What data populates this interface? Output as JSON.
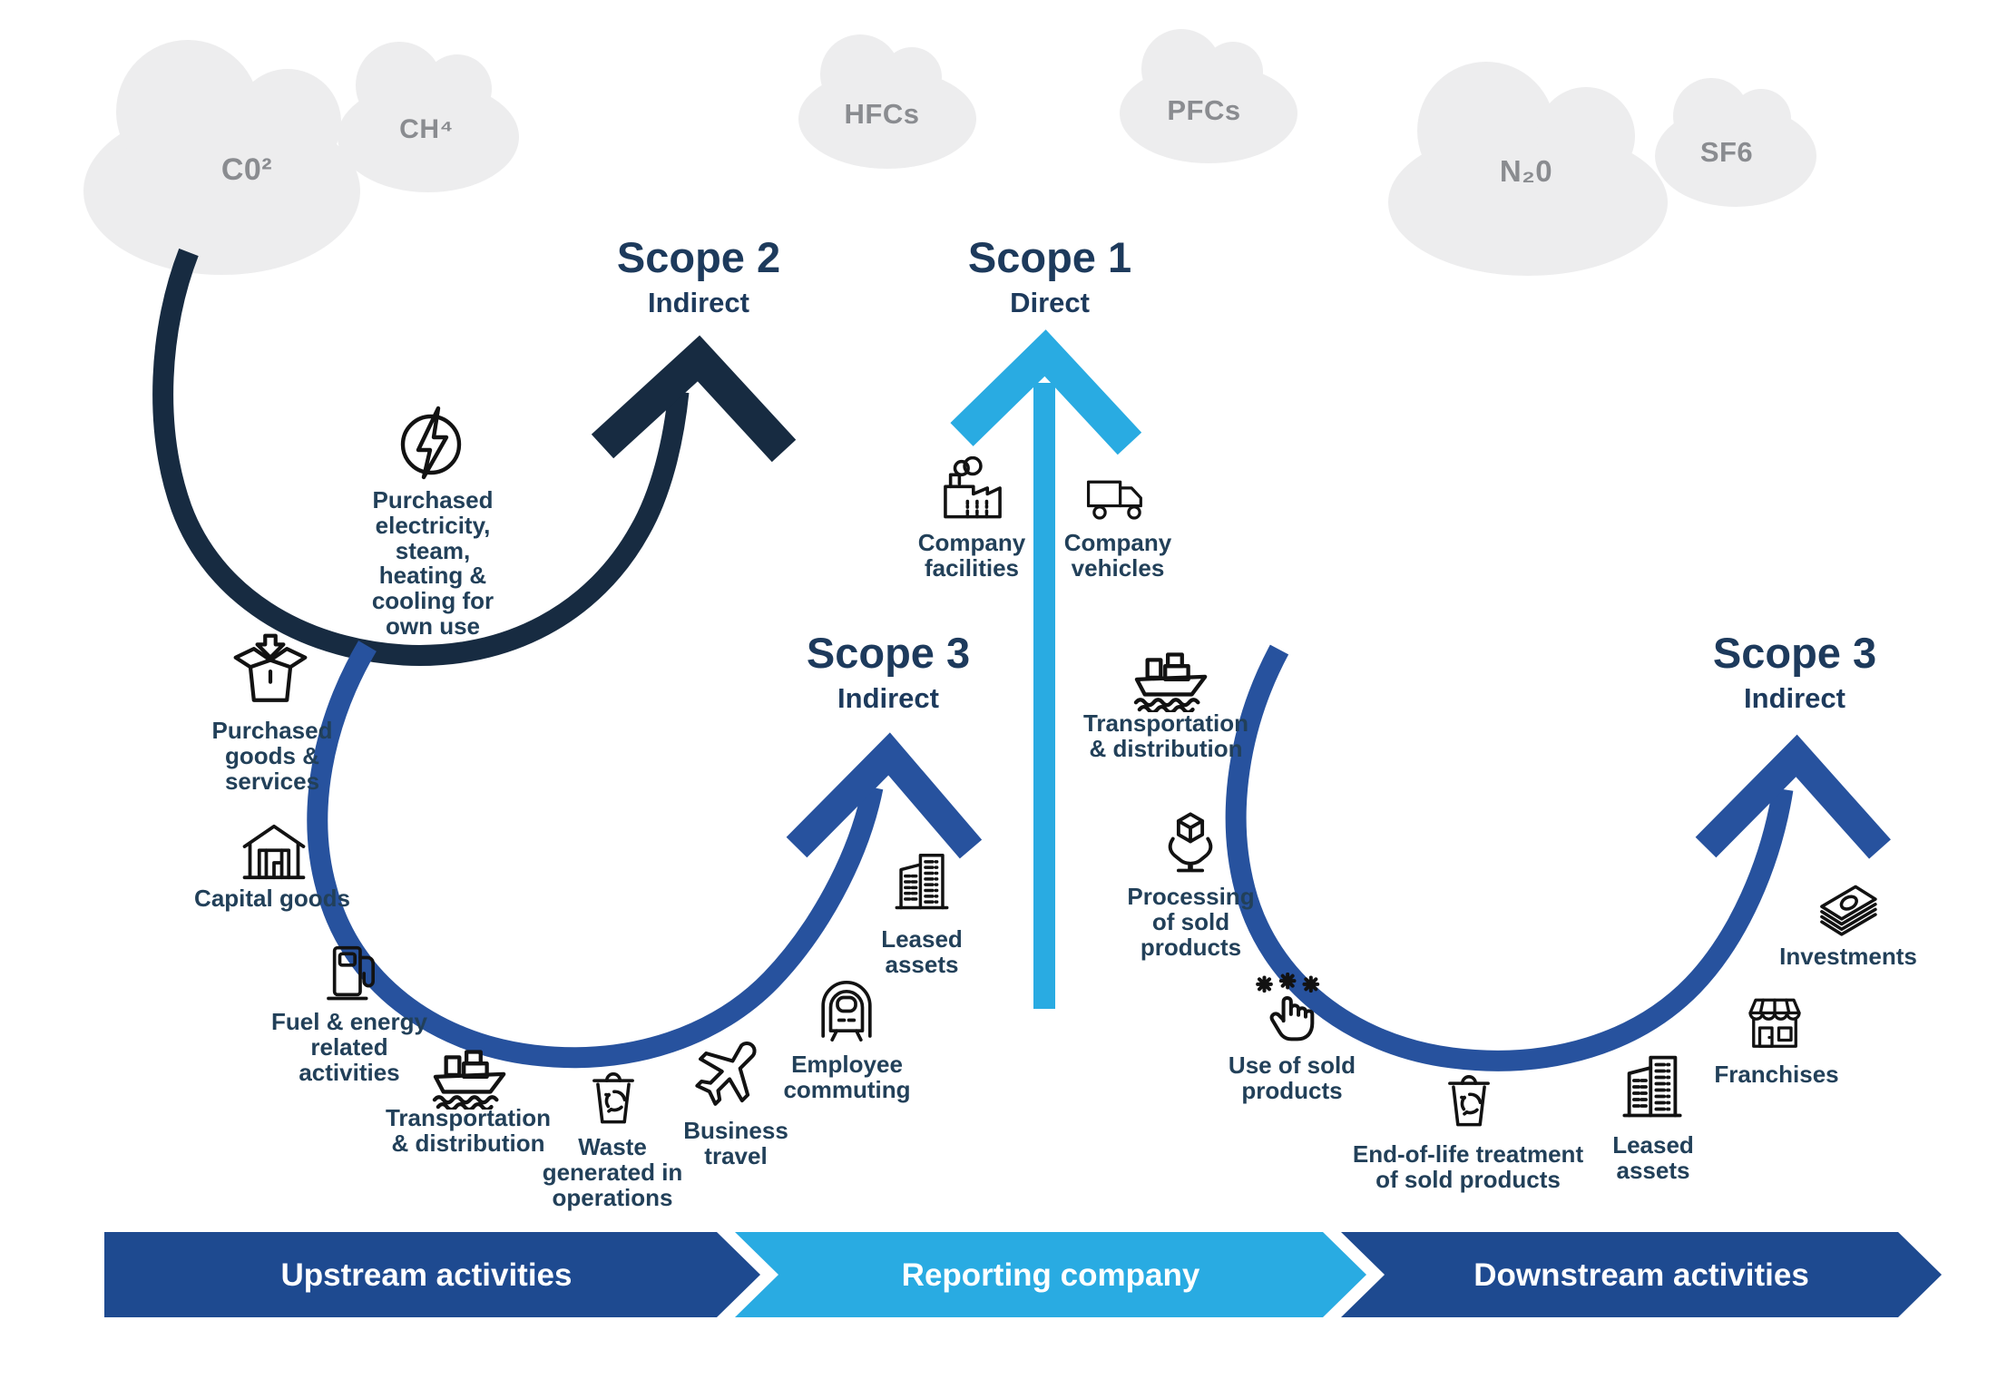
{
  "colors": {
    "navy": "#172b41",
    "blue": "#27529e",
    "lightblue": "#29abe2",
    "banner-dark": "#1e4a90",
    "title": "#1d3a5c",
    "label": "#224059",
    "cloud": "#ededee",
    "gas": "#8a8c90"
  },
  "gases": [
    {
      "label": "C0²"
    },
    {
      "label": "CH⁴"
    },
    {
      "label": "HFCs"
    },
    {
      "label": "PFCs"
    },
    {
      "label": "N₂0"
    },
    {
      "label": "SF6"
    }
  ],
  "scopes": {
    "scope2": {
      "title": "Scope 2",
      "subtitle": "Indirect"
    },
    "scope1": {
      "title": "Scope 1",
      "subtitle": "Direct"
    },
    "scope3_left": {
      "title": "Scope 3",
      "subtitle": "Indirect"
    },
    "scope3_right": {
      "title": "Scope 3",
      "subtitle": "Indirect"
    }
  },
  "items": {
    "purchased_electricity": "Purchased electricity, steam, heating & cooling for own use",
    "purchased_goods": "Purchased goods & services",
    "capital_goods": "Capital goods",
    "fuel_energy": "Fuel & energy related activities",
    "transport_up": "Transportation & distribution",
    "waste": "Waste generated in operations",
    "business_travel": "Business travel",
    "employee_commuting": "Employee commuting",
    "leased_assets_up": "Leased assets",
    "company_facilities": "Company facilities",
    "company_vehicles": "Company vehicles",
    "transport_down": "Transportation & distribution",
    "processing": "Processing of sold products",
    "use_sold": "Use of sold products",
    "end_of_life": "End-of-life treatment of sold products",
    "leased_assets_down": "Leased assets",
    "franchises": "Franchises",
    "investments": "Investments"
  },
  "banner": {
    "upstream": "Upstream activities",
    "reporting": "Reporting company",
    "downstream": "Downstream activities"
  }
}
